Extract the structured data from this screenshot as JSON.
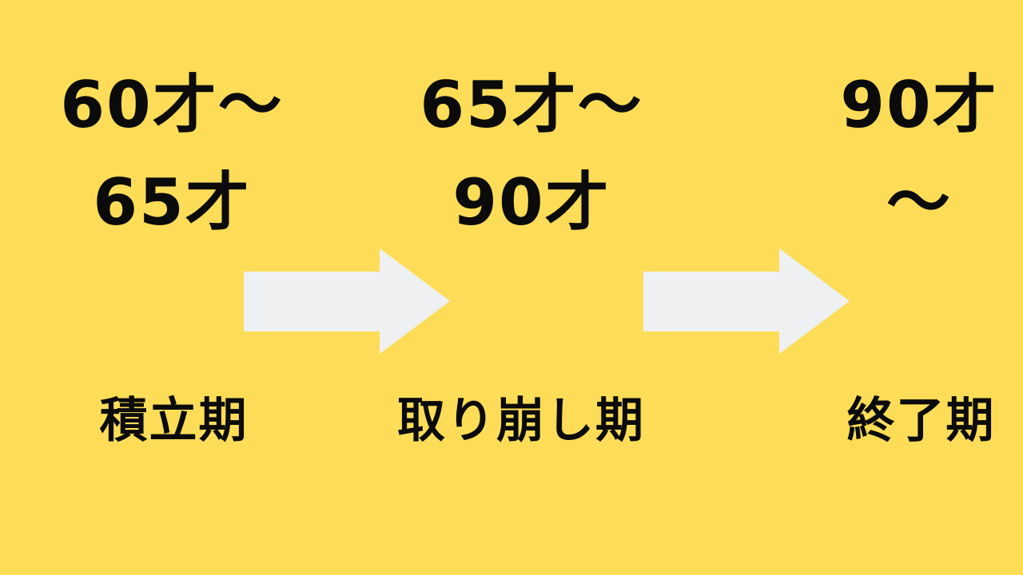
{
  "colors": {
    "background": "#FDDD57",
    "text": "#0B0B0B",
    "arrow": "#EEF0F2"
  },
  "stages": [
    {
      "age_line1": "60才～",
      "age_line2": "65才",
      "phase": "積立期"
    },
    {
      "age_line1": "65才～",
      "age_line2": "90才",
      "phase": "取り崩し期"
    },
    {
      "age_line1": "90才",
      "age_line2": "～",
      "phase": "終了期"
    }
  ],
  "arrows": [
    {
      "icon": "right-arrow-icon"
    },
    {
      "icon": "right-arrow-icon"
    }
  ]
}
